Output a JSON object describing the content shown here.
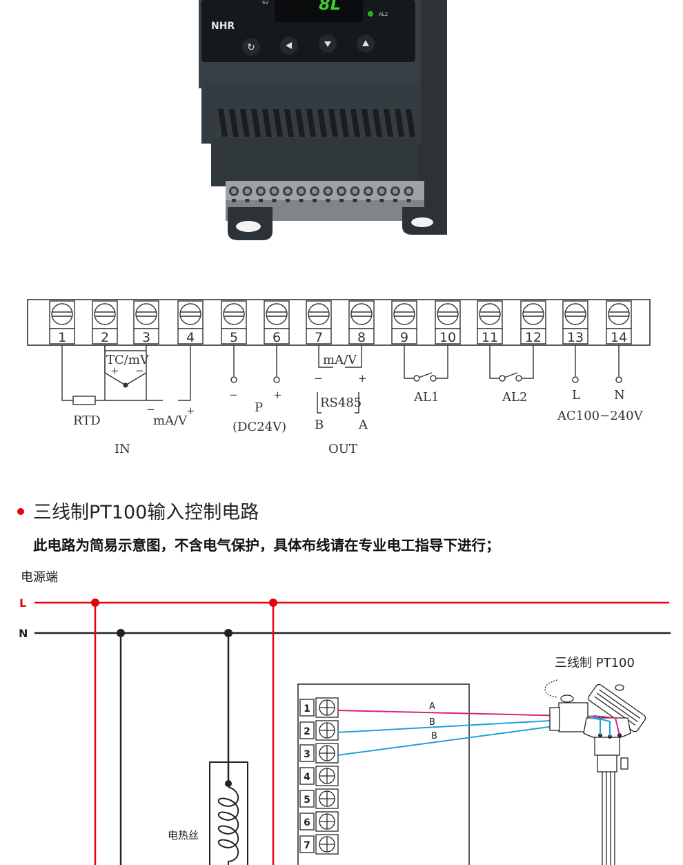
{
  "device": {
    "brand": "NHR",
    "sv_label": "SV",
    "display_value": "8L",
    "al2_label": "AL2",
    "buttons": [
      "cycle",
      "left",
      "down",
      "up"
    ]
  },
  "terminal_strip": {
    "numbers": [
      "1",
      "2",
      "3",
      "4",
      "5",
      "6",
      "7",
      "8",
      "9",
      "10",
      "11",
      "12",
      "13",
      "14"
    ],
    "labels": {
      "rtd": "RTD",
      "tcmv": "TC/mV",
      "plus": "+",
      "minus": "−",
      "mav": "mA/V",
      "p": "P",
      "dc24v": "(DC24V)",
      "out_mav": "mA/V",
      "rs485": "RS485",
      "b": "B",
      "a": "A",
      "al1": "AL1",
      "al2": "AL2",
      "l": "L",
      "n": "N",
      "ac": "AC100−240V",
      "in": "IN",
      "out": "OUT"
    }
  },
  "section": {
    "title": "三线制PT100输入控制电路",
    "subtitle": "此电路为简易示意图，不含电气保护，具体布线请在专业电工指导下进行；"
  },
  "circuit": {
    "power_label": "电源端",
    "line_l": "L",
    "line_n": "N",
    "heater_label": "电热丝",
    "sensor_label": "三线制 PT100",
    "wire_a": "A",
    "wire_b1": "B",
    "wire_b2": "B",
    "terminals": [
      "1",
      "2",
      "3",
      "4",
      "5",
      "6",
      "7"
    ],
    "colors": {
      "l_line": "#e60012",
      "n_line": "#222222",
      "wire_a": "#d6217e",
      "wire_b": "#1fa0dc",
      "accent_dot": "#e60012"
    }
  }
}
